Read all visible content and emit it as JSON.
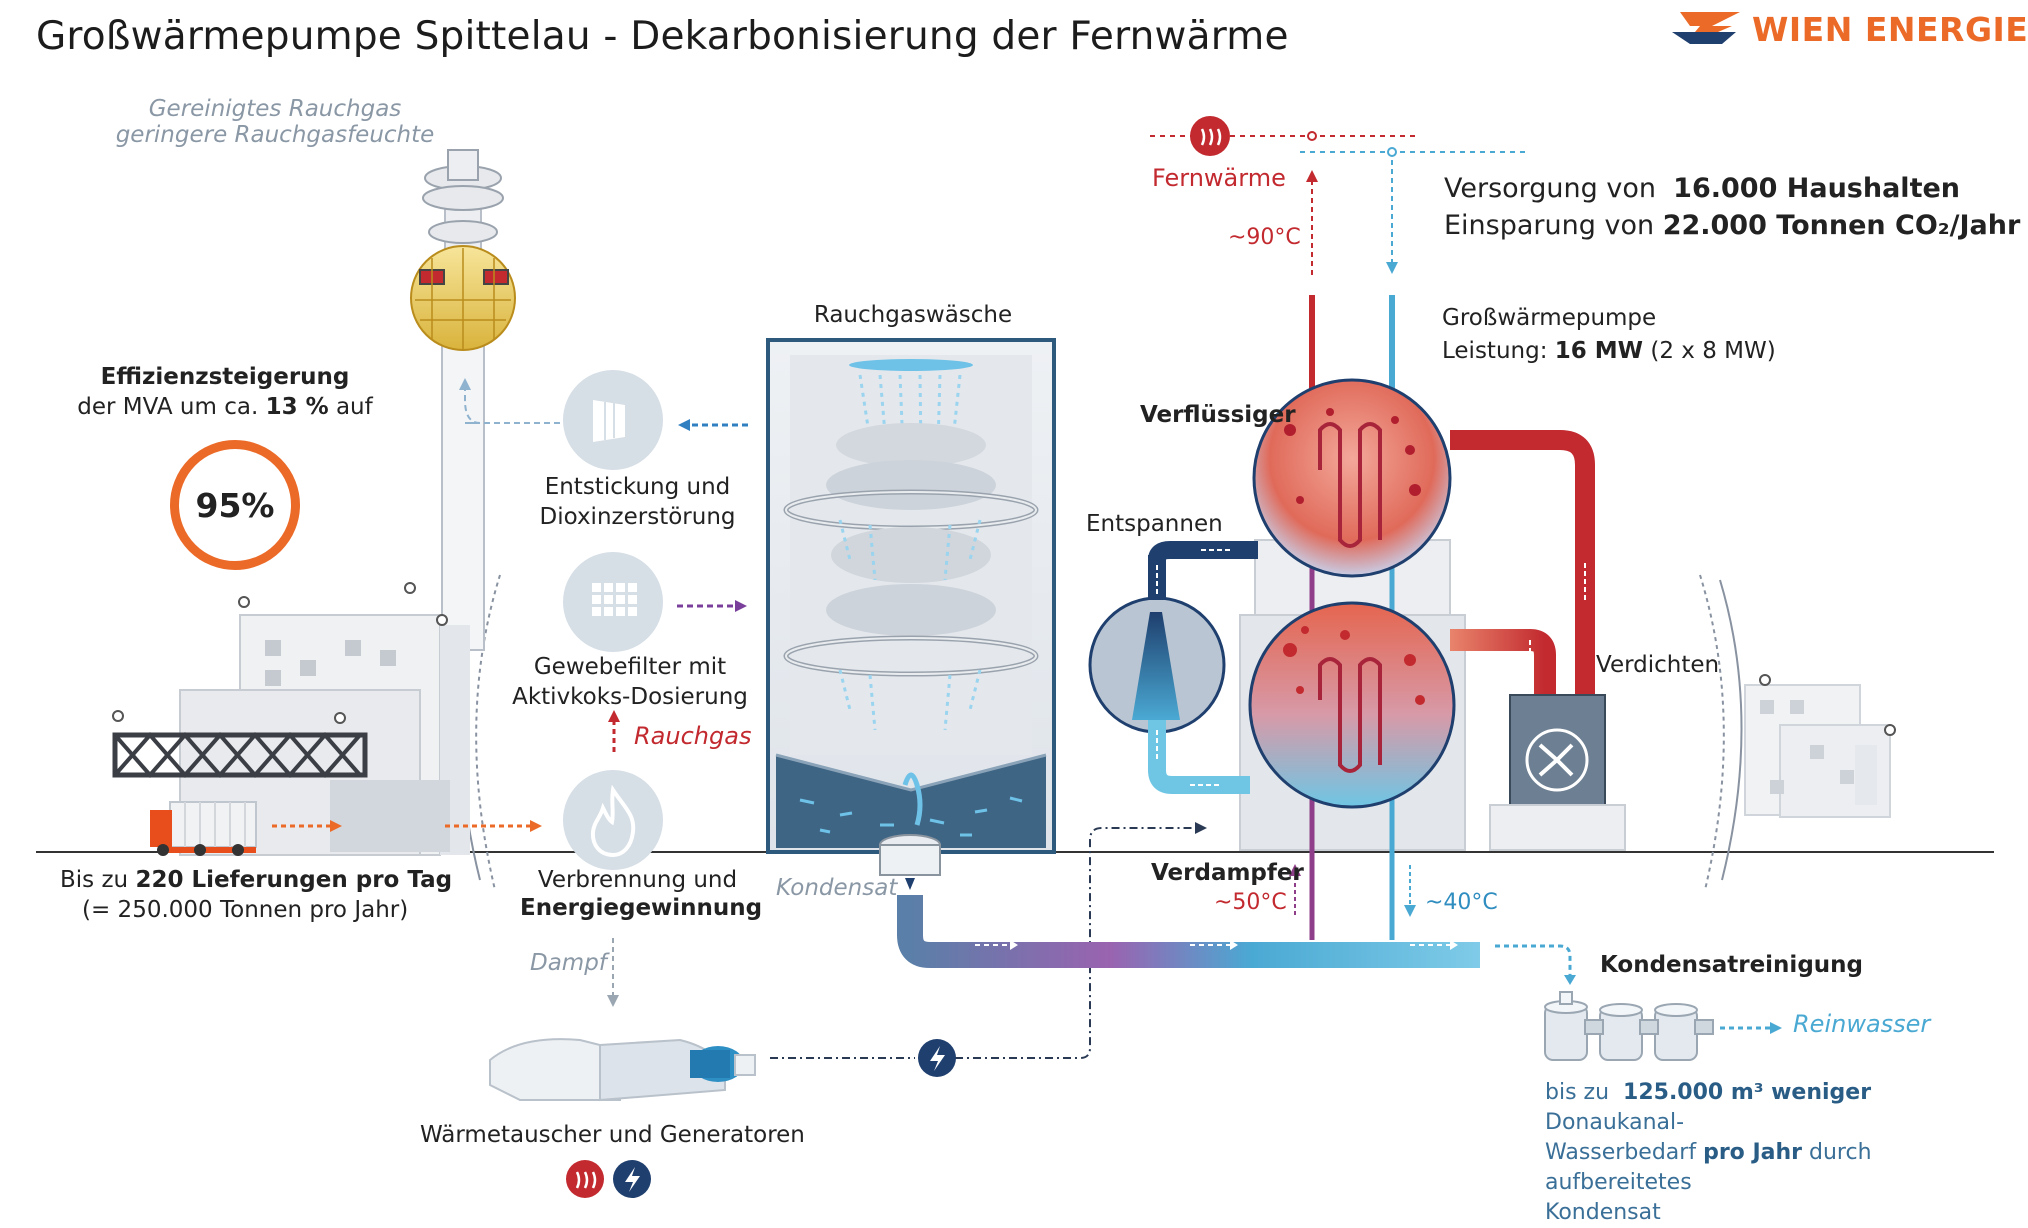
{
  "title": "Großwärmepumpe Spittelau - Dekarbonisierung der Fernwärme",
  "logo": {
    "text": "WIEN ENERGIE",
    "color": "#ec6a27"
  },
  "colors": {
    "hot": "#c22a2f",
    "cold": "#4aa9d3",
    "accent": "#ec6a27",
    "dark_blue": "#1f3f6e"
  },
  "chimney": {
    "line1": "Gereinigtes Rauchgas",
    "line2": "geringere Rauchgasfeuchte"
  },
  "efficiency": {
    "heading": "Effizienzsteigerung",
    "line_prefix": "der MVA um ca.",
    "line_value": "13 %",
    "line_suffix": "auf",
    "percent": "95%"
  },
  "deliveries": {
    "prefix": "Bis zu",
    "value": "220 Lieferungen pro Tag",
    "sub": "(= 250.000 Tonnen pro Jahr)"
  },
  "process": {
    "denox": {
      "line1": "Entstickung und",
      "line2": "Dioxinzerstörung",
      "icon": "catalyst-icon"
    },
    "filter": {
      "line1": "Gewebefilter mit",
      "line2": "Aktivkoks-Dosierung",
      "icon": "filter-grid-icon"
    },
    "rauchgas": "Rauchgas",
    "combustion": {
      "line1": "Verbrennung und",
      "line2": "Energiegewinnung",
      "icon": "flame-icon"
    },
    "dampf": "Dampf",
    "generators": "Wärmetauscher und Generatoren",
    "kondensat": "Kondensat"
  },
  "scrubber": {
    "title": "Rauchgaswäsche"
  },
  "district_heating": {
    "label": "Fernwärme",
    "temp_supply": "~90°C",
    "supply_line1_prefix": "Versorgung von",
    "supply_line1_value": "16.000 Haushalten",
    "supply_line2_prefix": "Einsparung von",
    "supply_line2_value": "22.000 Tonnen CO₂/Jahr"
  },
  "heat_pump": {
    "title": "Großwärmepumpe",
    "power_prefix": "Leistung:",
    "power_value": "16 MW",
    "power_detail": "(2 x 8 MW)",
    "condenser": "Verflüssiger",
    "expansion": "Entspannen",
    "compression": "Verdichten",
    "evaporator": "Verdampfer",
    "temp_evap_in": "~50°C",
    "temp_evap_out": "~40°C"
  },
  "condensate_cleaning": {
    "title": "Kondensatreinigung",
    "output": "Reinwasser",
    "note_prefix": "bis zu",
    "note_value": "125.000 m³ weniger",
    "note_mid": "Donaukanal-",
    "note_line2_prefix": "Wasserbedarf",
    "note_line2_bold": "pro Jahr",
    "note_line2_suffix": "durch aufbereitetes",
    "note_line3": "Kondensat"
  }
}
